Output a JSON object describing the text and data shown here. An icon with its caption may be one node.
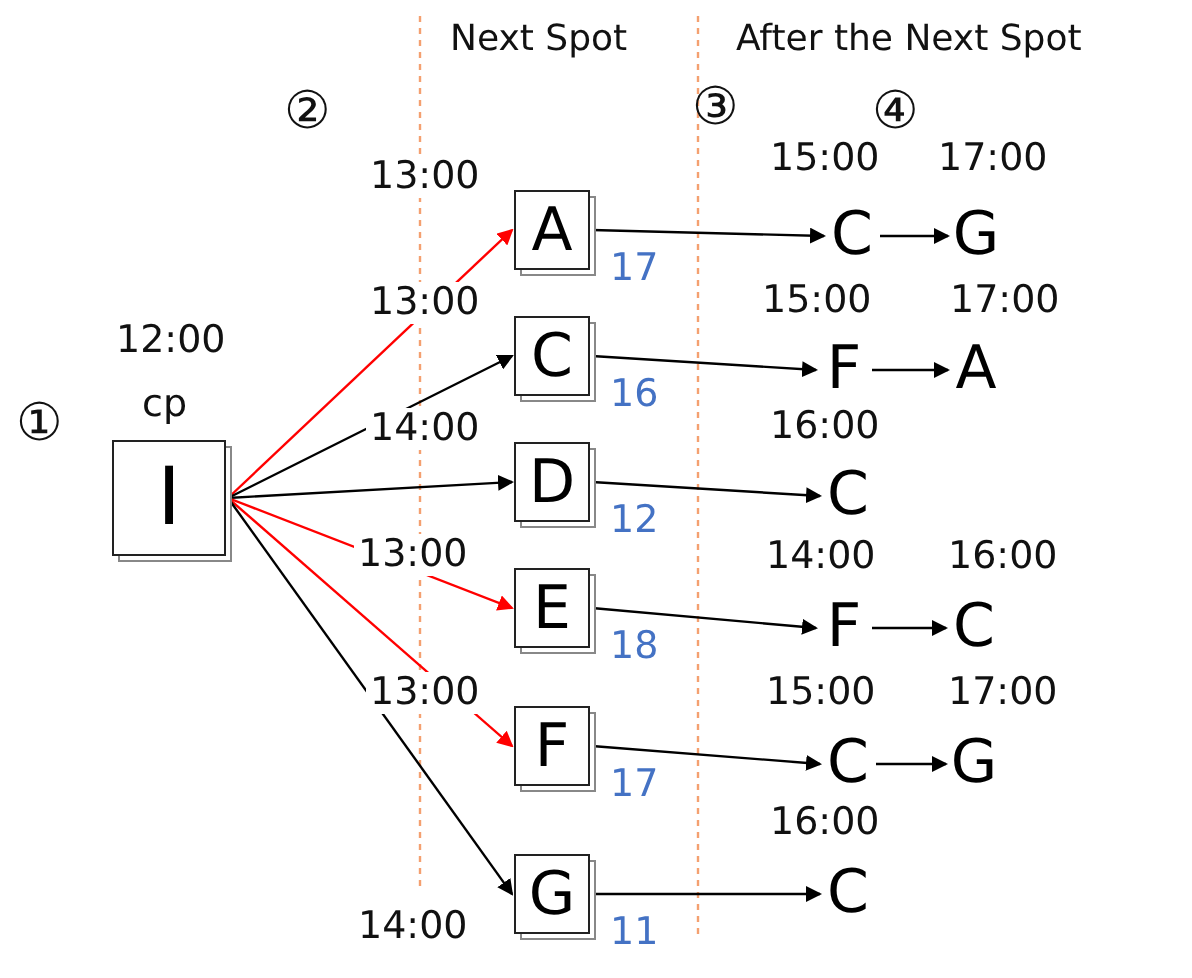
{
  "diagram": {
    "nodes": [
      {
        "text": [
          "I"
        ],
        "beside": [
          "12:00",
          "cp"
        ]
      },
      {
        "text": [
          "A"
        ],
        "beside": [
          "13:00",
          "17"
        ]
      },
      {
        "text": [
          "C"
        ],
        "beside": [
          "13:00",
          "16"
        ]
      },
      {
        "text": [
          "D"
        ],
        "beside": [
          "14:00",
          "12"
        ]
      },
      {
        "text": [
          "E"
        ],
        "beside": [
          "13:00",
          "18"
        ]
      },
      {
        "text": [
          "F"
        ],
        "beside": [
          "13:00",
          "17"
        ]
      },
      {
        "text": [
          "G"
        ],
        "beside": [
          "14:00",
          "11"
        ]
      },
      {
        "text": [
          "C"
        ],
        "beside": [
          "15:00"
        ]
      },
      {
        "text": [
          "G"
        ],
        "beside": [
          "17:00"
        ]
      },
      {
        "text": [
          "F"
        ],
        "beside": [
          "15:00"
        ]
      },
      {
        "text": [
          "A"
        ],
        "beside": [
          "17:00"
        ]
      },
      {
        "text": [
          "C"
        ],
        "beside": [
          "16:00"
        ]
      },
      {
        "text": [
          "F"
        ],
        "beside": [
          "14:00"
        ]
      },
      {
        "text": [
          "C"
        ],
        "beside": [
          "16:00"
        ]
      },
      {
        "text": [
          "C"
        ],
        "beside": [
          "15:00"
        ]
      },
      {
        "text": [
          "G"
        ],
        "beside": [
          "17:00"
        ]
      },
      {
        "text": [
          "C"
        ],
        "beside": [
          "16:00"
        ]
      }
    ],
    "edges": [
      {
        "from": 0,
        "to": 1,
        "arrow": "to",
        "color": "#ff0000"
      },
      {
        "from": 0,
        "to": 2,
        "arrow": "to"
      },
      {
        "from": 0,
        "to": 3,
        "arrow": "to"
      },
      {
        "from": 0,
        "to": 4,
        "arrow": "to",
        "color": "#ff0000"
      },
      {
        "from": 0,
        "to": 5,
        "arrow": "to",
        "color": "#ff0000"
      },
      {
        "from": 0,
        "to": 6,
        "arrow": "to"
      },
      {
        "from": 1,
        "to": 7,
        "arrow": "to"
      },
      {
        "from": 7,
        "to": 8,
        "arrow": "to"
      },
      {
        "from": 2,
        "to": 9,
        "arrow": "to"
      },
      {
        "from": 9,
        "to": 10,
        "arrow": "to"
      },
      {
        "from": 3,
        "to": 11,
        "arrow": "to"
      },
      {
        "from": 4,
        "to": 12,
        "arrow": "to"
      },
      {
        "from": 12,
        "to": 13,
        "arrow": "to"
      },
      {
        "from": 5,
        "to": 14,
        "arrow": "to"
      },
      {
        "from": 14,
        "to": 15,
        "arrow": "to"
      },
      {
        "from": 6,
        "to": 16,
        "arrow": "to"
      }
    ],
    "labels": [
      "Next Spot",
      "After the Next Spot",
      "②",
      "③",
      "④",
      "①"
    ]
  }
}
